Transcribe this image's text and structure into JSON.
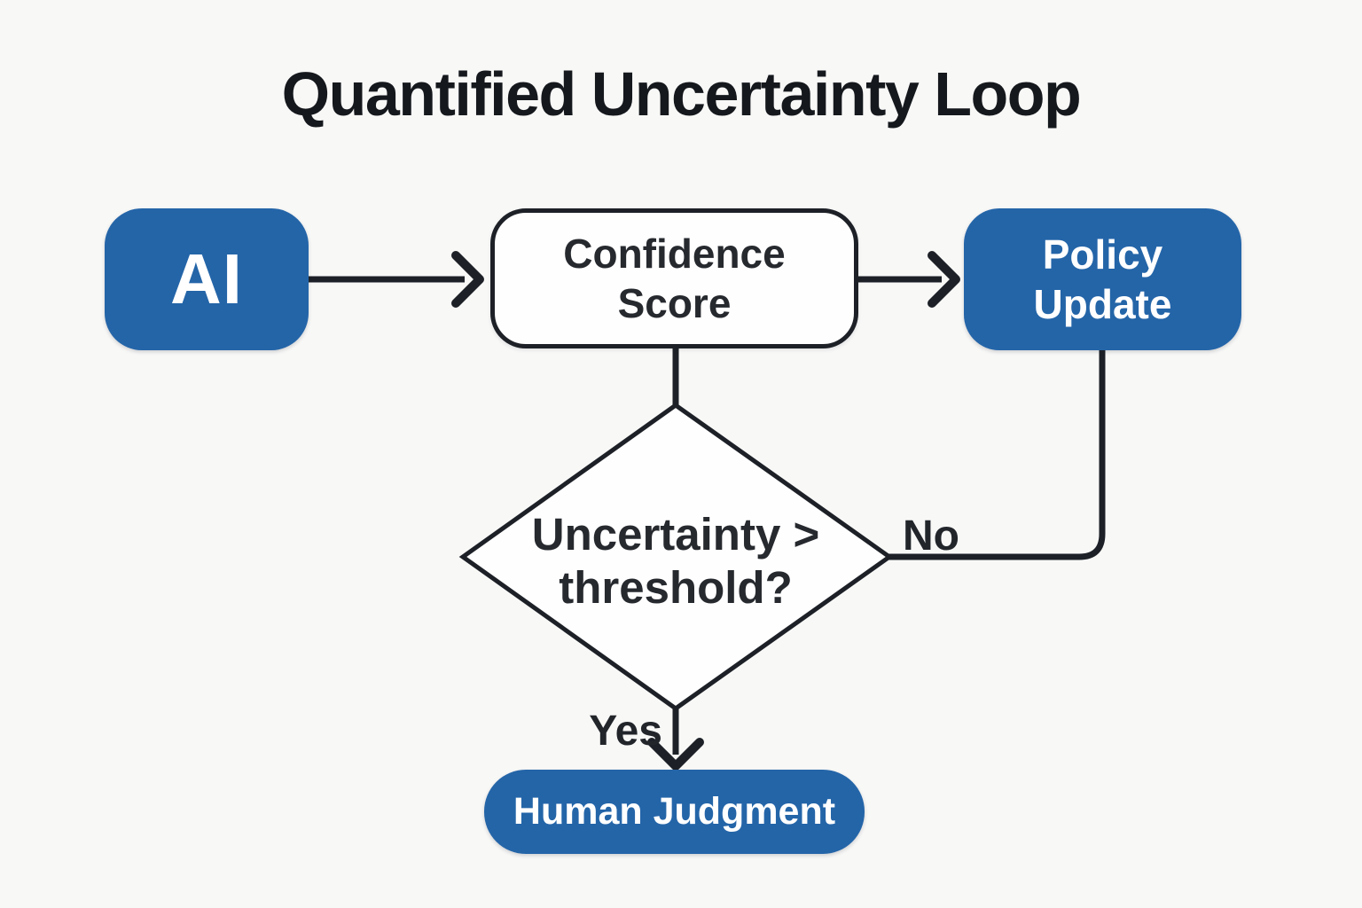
{
  "title": "Quantified Uncertainty Loop",
  "nodes": {
    "ai": {
      "label": "AI"
    },
    "confidence_score": {
      "label": "Confidence\nScore"
    },
    "policy_update": {
      "label": "Policy\nUpdate"
    },
    "decision": {
      "label": "Uncertainty >\nthreshold?"
    },
    "human_judgment": {
      "label": "Human Judgment"
    }
  },
  "edge_labels": {
    "yes": "Yes",
    "no": "No"
  },
  "colors": {
    "accent_blue": "#2465a8",
    "line_dark": "#1d2127",
    "background": "#f8f8f7",
    "text_dark": "#26292e",
    "text_light": "#ffffff"
  }
}
